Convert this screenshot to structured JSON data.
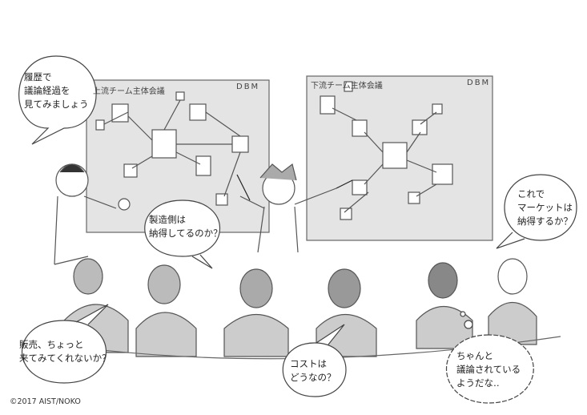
{
  "boards": [
    {
      "title": "上流チーム主体会議",
      "tag": "DBM"
    },
    {
      "title": "下流チーム主体会議",
      "tag": "DBM"
    }
  ],
  "bubbles": {
    "presenter": [
      "履歴で",
      "議論経過を",
      "見てみましょう"
    ],
    "manufacturing": [
      "製造側は",
      "納得してるのか？"
    ],
    "market": [
      "これで",
      "マーケットは",
      "納得するか？"
    ],
    "sales": [
      "販売、ちょっと",
      "来てみてくれないか？"
    ],
    "cost": [
      "コストは",
      "どうなの？"
    ],
    "thought": [
      "ちゃんと",
      "議論されている",
      "ようだな‥"
    ]
  },
  "copyright": "©2017 AIST/NOKO"
}
